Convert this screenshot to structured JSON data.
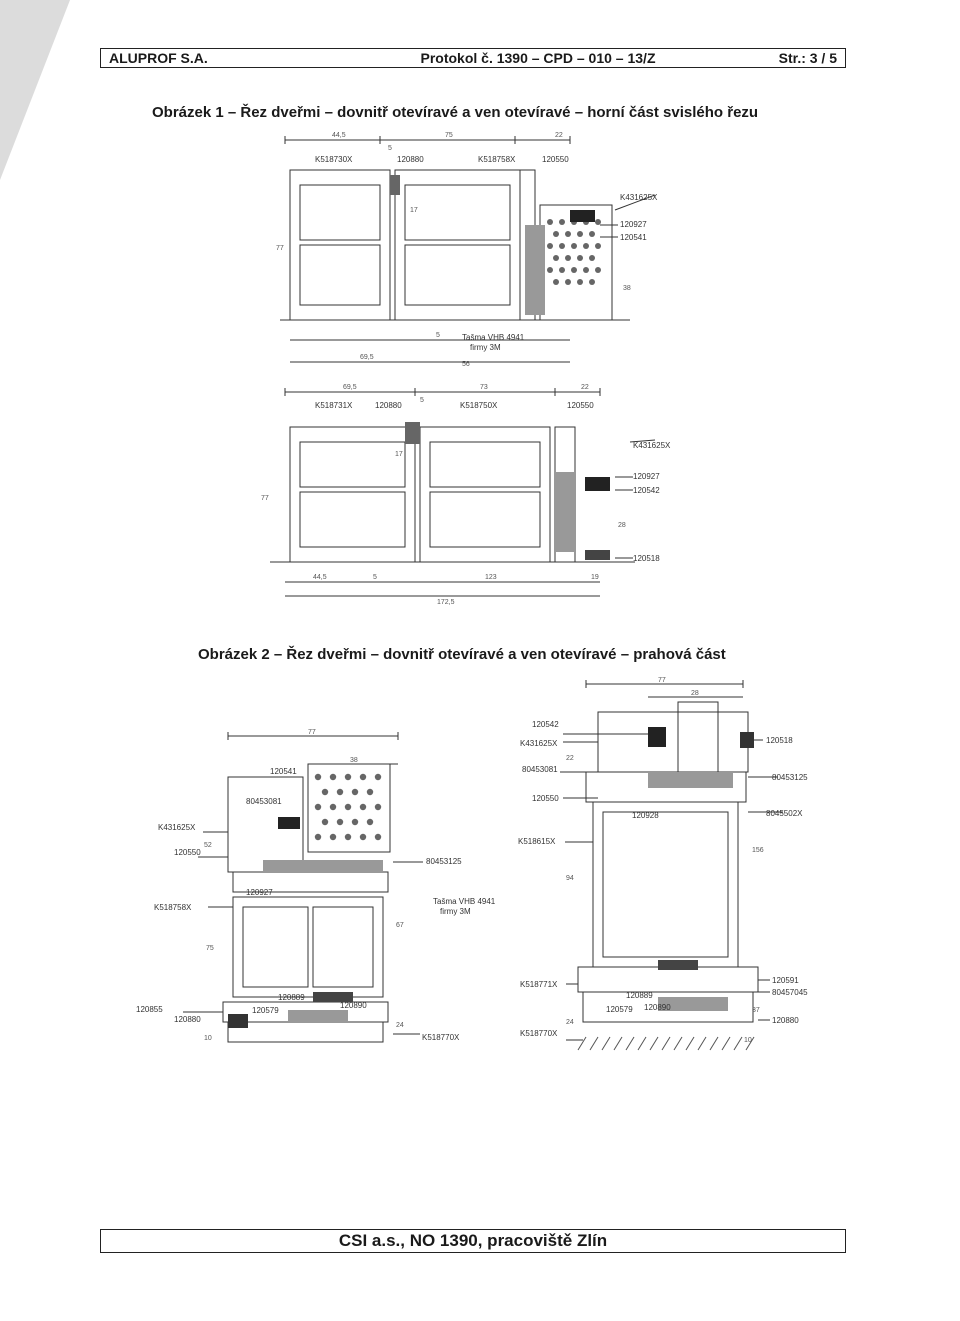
{
  "header": {
    "company": "ALUPROF S.A.",
    "protocol": "Protokol č. 1390 – CPD – 010 – 13/Z",
    "page": "Str.: 3 / 5"
  },
  "figure1": {
    "title": "Obrázek 1 – Řez dveřmi – dovnitř otevíravé a ven otevíravé – horní část svislého řezu",
    "top": {
      "labels": [
        "K518730X",
        "120880",
        "K518758X",
        "120550",
        "K431625X",
        "120927",
        "120541"
      ],
      "dims": [
        "44,5",
        "5",
        "75",
        "22",
        "17",
        "77",
        "38",
        "5",
        "69,5",
        "56"
      ],
      "tape": [
        "Tašma VHB 4941",
        "firmy 3M"
      ]
    },
    "bottom": {
      "labels": [
        "K518731X",
        "120880",
        "K518750X",
        "120550",
        "K431625X",
        "120927",
        "120542",
        "120518"
      ],
      "dims": [
        "69,5",
        "5",
        "73",
        "22",
        "17",
        "77",
        "28",
        "44,5",
        "5",
        "123",
        "19",
        "172,5"
      ]
    }
  },
  "figure2": {
    "title": "Obrázek 2 – Řez dveřmi – dovnitř otevíravé a ven otevíravé – prahová část",
    "left": {
      "labels": [
        "120541",
        "80453081",
        "K431625X",
        "120550",
        "80453125",
        "120927",
        "K518758X",
        "120889",
        "120579",
        "120890",
        "120855",
        "120880",
        "K518770X"
      ],
      "dims": [
        "77",
        "38",
        "52",
        "75",
        "67",
        "24",
        "10"
      ],
      "tape": [
        "Tašma VHB 4941",
        "firmy 3M"
      ]
    },
    "right": {
      "labels": [
        "120542",
        "K431625X",
        "80453081",
        "120550",
        "120928",
        "K518615X",
        "120518",
        "80453125",
        "8045502X",
        "K518771X",
        "120889",
        "120579",
        "120890",
        "K518770X",
        "120591",
        "80457045",
        "120880"
      ],
      "dims": [
        "77",
        "28",
        "22",
        "94",
        "156",
        "37",
        "24",
        "10"
      ]
    }
  },
  "footer": {
    "text": "CSI a.s., NO 1390, pracoviště Zlín"
  }
}
